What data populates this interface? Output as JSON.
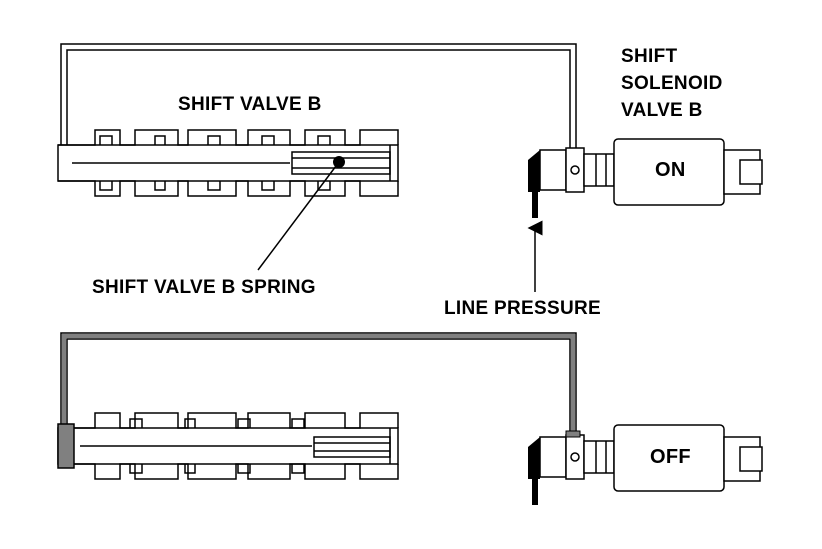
{
  "labels": {
    "shift_valve": "SHIFT VALVE B",
    "spring": "SHIFT VALVE B SPRING",
    "solenoid_line1": "SHIFT",
    "solenoid_line2": "SOLENOID",
    "solenoid_line3": "VALVE B",
    "line_pressure": "LINE PRESSURE"
  },
  "states": {
    "top": "ON",
    "bottom": "OFF"
  },
  "colors": {
    "ink": "#000000",
    "pressurized": "#808080",
    "background": "#ffffff"
  }
}
